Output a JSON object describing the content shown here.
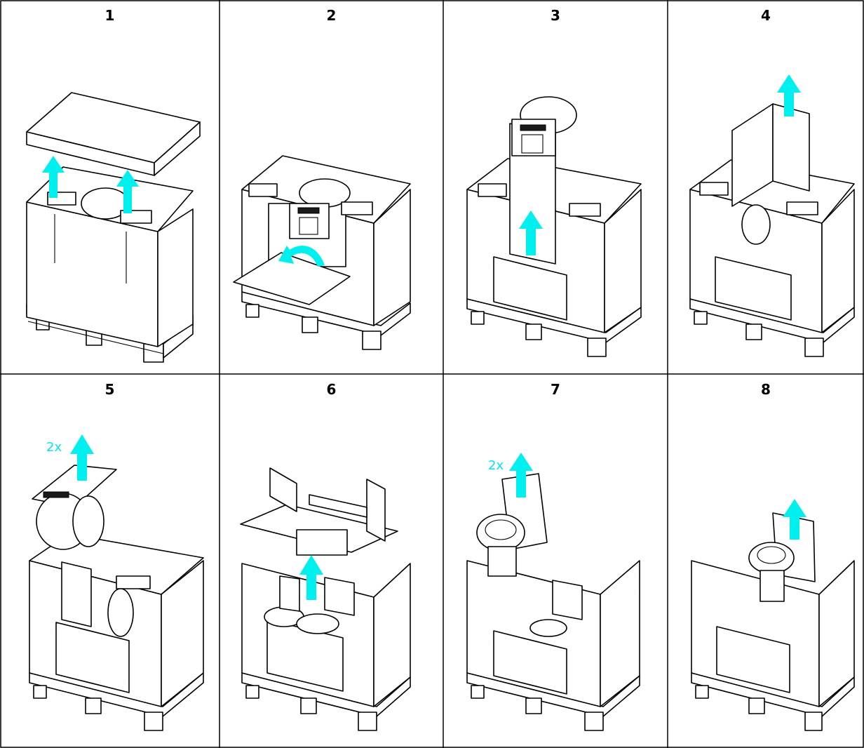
{
  "steps": [
    {
      "number": "1"
    },
    {
      "number": "2"
    },
    {
      "number": "3"
    },
    {
      "number": "4"
    },
    {
      "number": "5",
      "quantity": "2x"
    },
    {
      "number": "6"
    },
    {
      "number": "7",
      "quantity": "2x"
    },
    {
      "number": "8"
    }
  ],
  "colors": {
    "arrow": "#00f0f0",
    "line": "#000000",
    "background": "#ffffff"
  }
}
